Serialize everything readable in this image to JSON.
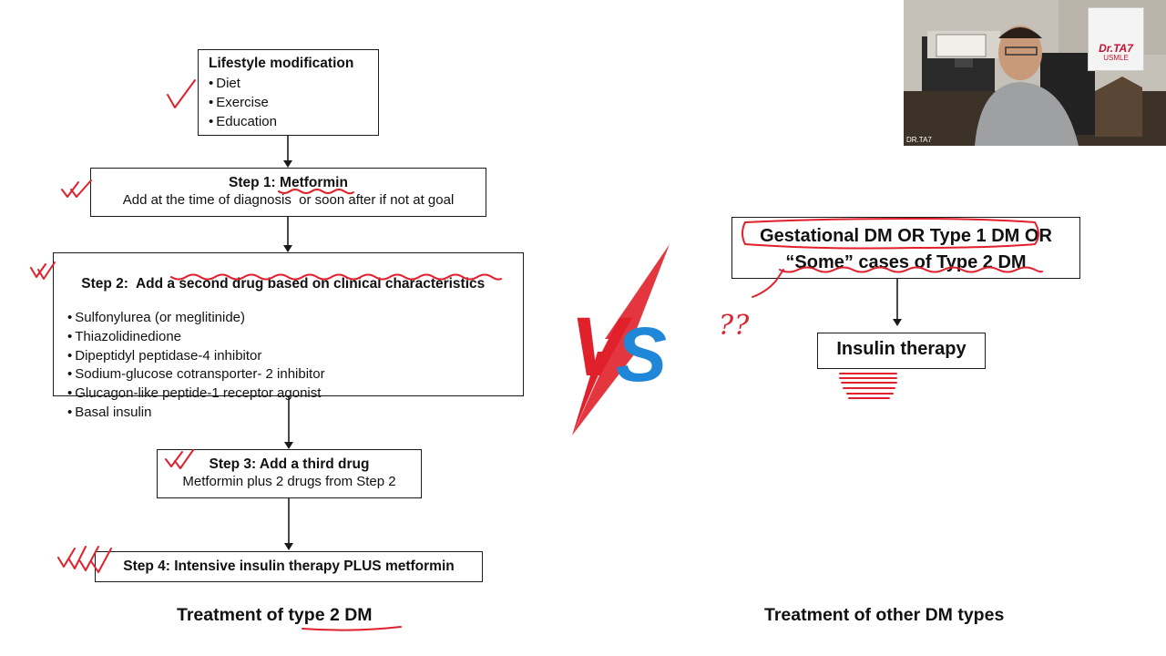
{
  "left": {
    "lifestyle": {
      "title": "Lifestyle modification",
      "items": [
        "Diet",
        "Exercise",
        "Education"
      ]
    },
    "step1": {
      "title_prefix": "Step 1: ",
      "title_emph": "Metformin",
      "line": "Add at the time of diagnosis  or soon after if not at goal"
    },
    "step2": {
      "title_prefix": "Step 2:  Add a ",
      "title_emph": "second drug based on clinical characteristics",
      "items": [
        "Sulfonylurea (or meglitinide)",
        "Thiazolidinedione",
        "Dipeptidyl peptidase-4 inhibitor",
        "Sodium-glucose cotransporter- 2 inhibitor",
        "Glucagon-like peptide-1 receptor agonist",
        "Basal insulin"
      ]
    },
    "step3": {
      "title": "Step 3: Add a third drug",
      "line": "Metformin plus 2 drugs from Step 2"
    },
    "step4": {
      "title": "Step 4: Intensive insulin therapy PLUS metformin"
    },
    "caption_prefix": "Treatment of ",
    "caption_emph": "type 2 DM"
  },
  "vs": {
    "v": "V",
    "s": "S",
    "colors": {
      "v": "#e0202a",
      "s": "#1f86d8"
    }
  },
  "right": {
    "top_box": {
      "line1": "Gestational DM OR Type 1 DM OR",
      "line2": "“Some” cases of Type 2 DM"
    },
    "insulin_box": "Insulin therapy",
    "annotation": "??",
    "caption": "Treatment of other DM types"
  },
  "webcam": {
    "label": "DR.TA7",
    "logo_line1": "Dr.TA7",
    "logo_line2": "USMLE"
  },
  "colors": {
    "ink": "#e0202a",
    "border": "#1a1a1a"
  }
}
